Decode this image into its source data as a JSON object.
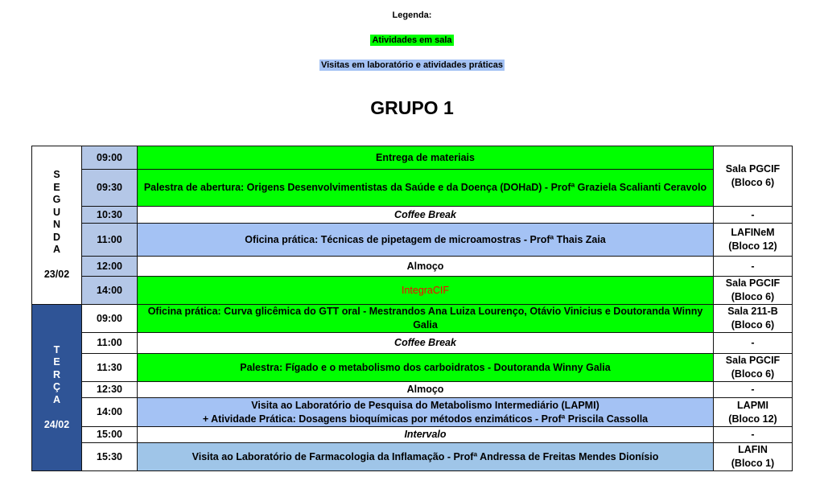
{
  "legend": {
    "title": "Legenda:",
    "in_room": "Atividades em sala",
    "lab": "Visitas em laboratório e atividades práticas",
    "colors": {
      "in_room": "#00ff00",
      "lab": "#a4c2f4"
    }
  },
  "title": "GRUPO 1",
  "days": [
    {
      "letters": [
        "S",
        "E",
        "G",
        "U",
        "N",
        "D",
        "A"
      ],
      "date": "23/02",
      "rows": [
        {
          "time": "09:00",
          "activity": "Entrega de materiais"
        },
        {
          "time": "09:30",
          "activity": "Palestra de abertura: Origens Desenvolvimentistas da Saúde e da Doença (DOHaD) -  Profª Graziela Scalianti Ceravolo"
        },
        {
          "time": "10:30",
          "activity": "Coffee Break"
        },
        {
          "time": "11:00",
          "activity": "Oficina prática: Técnicas de pipetagem de microamostras - Profª Thais Zaia"
        },
        {
          "time": "12:00",
          "activity": "Almoço"
        },
        {
          "time": "14:00",
          "activity": "IntegraCIF"
        }
      ],
      "rooms": [
        [
          "Sala PGCIF",
          "(Bloco 6)"
        ],
        [
          "-"
        ],
        [
          "LAFINeM",
          "(Bloco 12)"
        ],
        [
          "-"
        ],
        [
          "Sala PGCIF",
          "(Bloco 6)"
        ]
      ]
    },
    {
      "letters": [
        "T",
        "E",
        "R",
        "Ç",
        "A"
      ],
      "date": "24/02",
      "rows": [
        {
          "time": "09:00",
          "activity": "Oficina prática: Curva glicêmica do GTT oral - Mestrandos Ana Luiza Lourenço, Otávio Vinicius e Doutoranda Winny Galia"
        },
        {
          "time": "11:00",
          "activity": "Coffee Break"
        },
        {
          "time": "11:30",
          "activity": "Palestra: Fígado e o metabolismo dos carboidratos - Doutoranda Winny Galia"
        },
        {
          "time": "12:30",
          "activity": "Almoço"
        },
        {
          "time": "14:00",
          "activity": "Visita ao Laboratório de Pesquisa do Metabolismo Intermediário (LAPMI)",
          "activity2": "+ Atividade Prática: Dosagens bioquímicas por métodos enzimáticos - Profª Priscila Cassolla"
        },
        {
          "time": "15:00",
          "activity": "Intervalo"
        },
        {
          "time": "15:30",
          "activity": "Visita ao Laboratório de Farmacologia da Inflamação - Profª Andressa de Freitas Mendes Dionísio"
        }
      ],
      "rooms": [
        [
          "Sala 211-B",
          "(Bloco 6)"
        ],
        [
          "-"
        ],
        [
          "Sala PGCIF",
          "(Bloco 6)"
        ],
        [
          "-"
        ],
        [
          "LAPMI",
          "(Bloco 12)"
        ],
        [
          "-"
        ],
        [
          "LAFIN",
          "(Bloco 1)"
        ]
      ]
    }
  ]
}
